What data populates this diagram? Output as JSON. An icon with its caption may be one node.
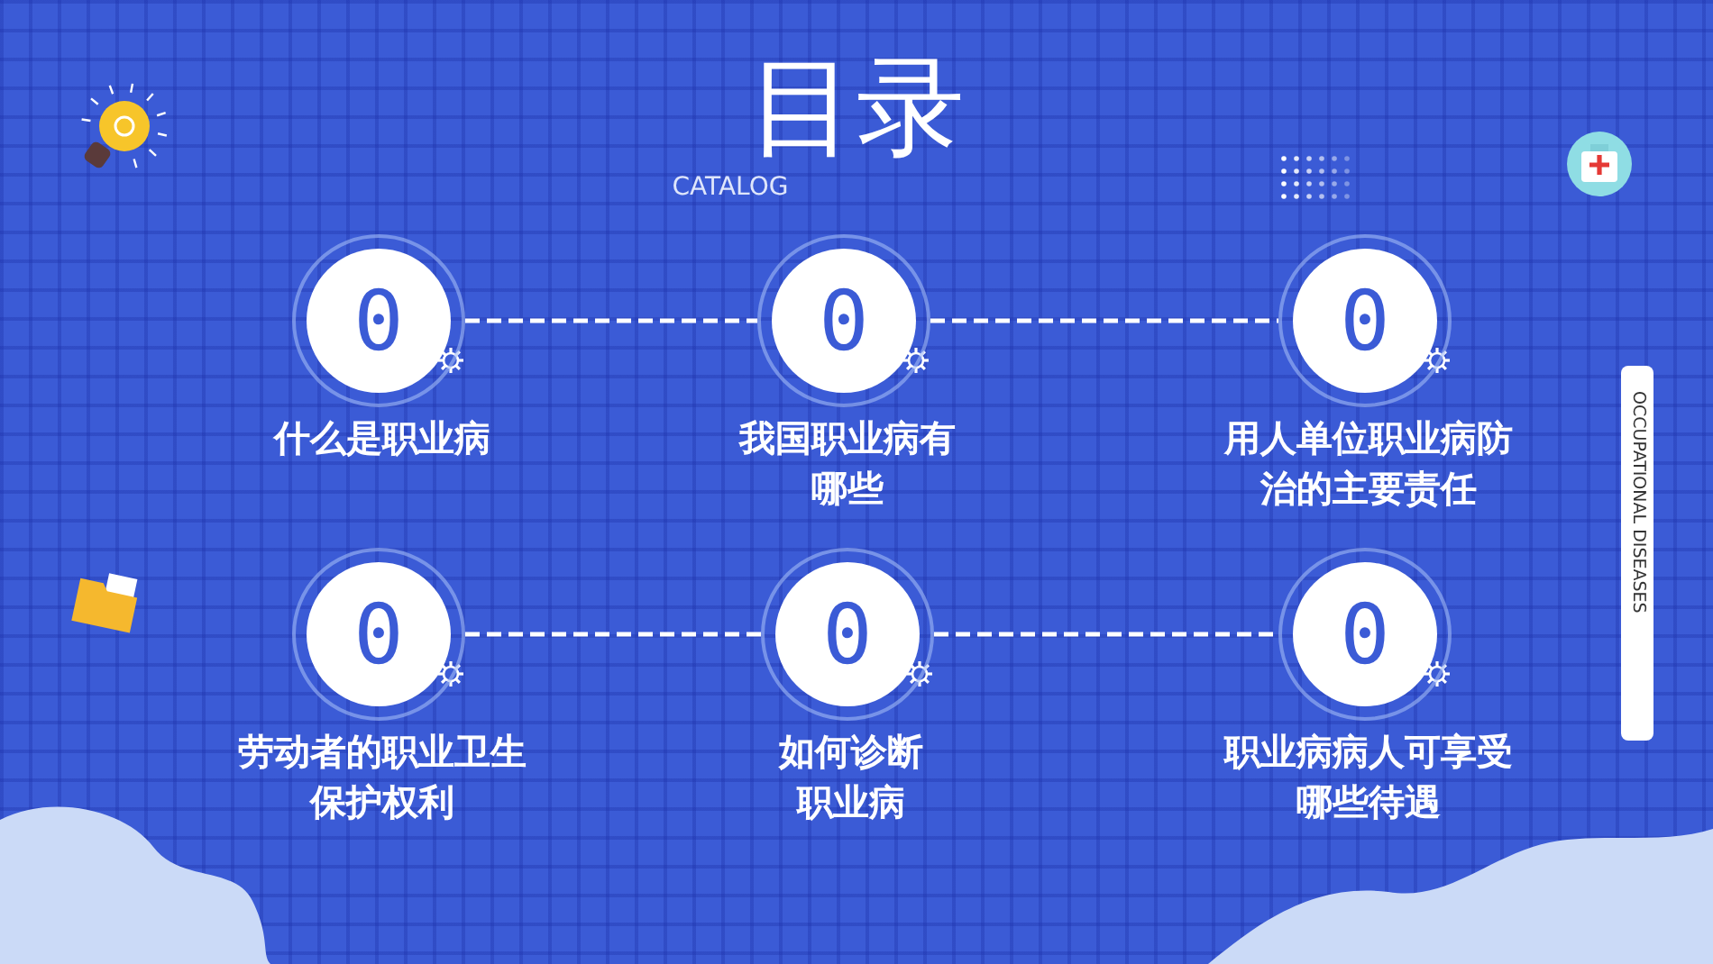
{
  "diagram": {
    "title": "目录",
    "nodes": [
      {
        "text": [
          "0"
        ],
        "beside": [
          "什么是职业病"
        ]
      },
      {
        "text": [
          "0"
        ],
        "beside": [
          "我国职业病有哪些"
        ]
      },
      {
        "text": [
          "0"
        ],
        "beside": [
          "用人单位职业病防治的主要责任"
        ]
      },
      {
        "text": [
          "0"
        ],
        "beside": [
          "劳动者的职业卫生保护权利"
        ]
      },
      {
        "text": [
          "0"
        ],
        "beside": [
          "如何诊断职业病"
        ]
      },
      {
        "text": [
          "0"
        ],
        "beside": [
          "职业病病人可享受哪些待遇"
        ]
      }
    ],
    "edges": [
      {
        "from": 0,
        "to": 1,
        "arrow": "none"
      },
      {
        "from": 1,
        "to": 2,
        "arrow": "none"
      },
      {
        "from": 3,
        "to": 4,
        "arrow": "none"
      },
      {
        "from": 4,
        "to": 5,
        "arrow": "none"
      }
    ],
    "labels": [
      "CATALOG",
      "OCCUPATIONAL DISEASES"
    ]
  }
}
